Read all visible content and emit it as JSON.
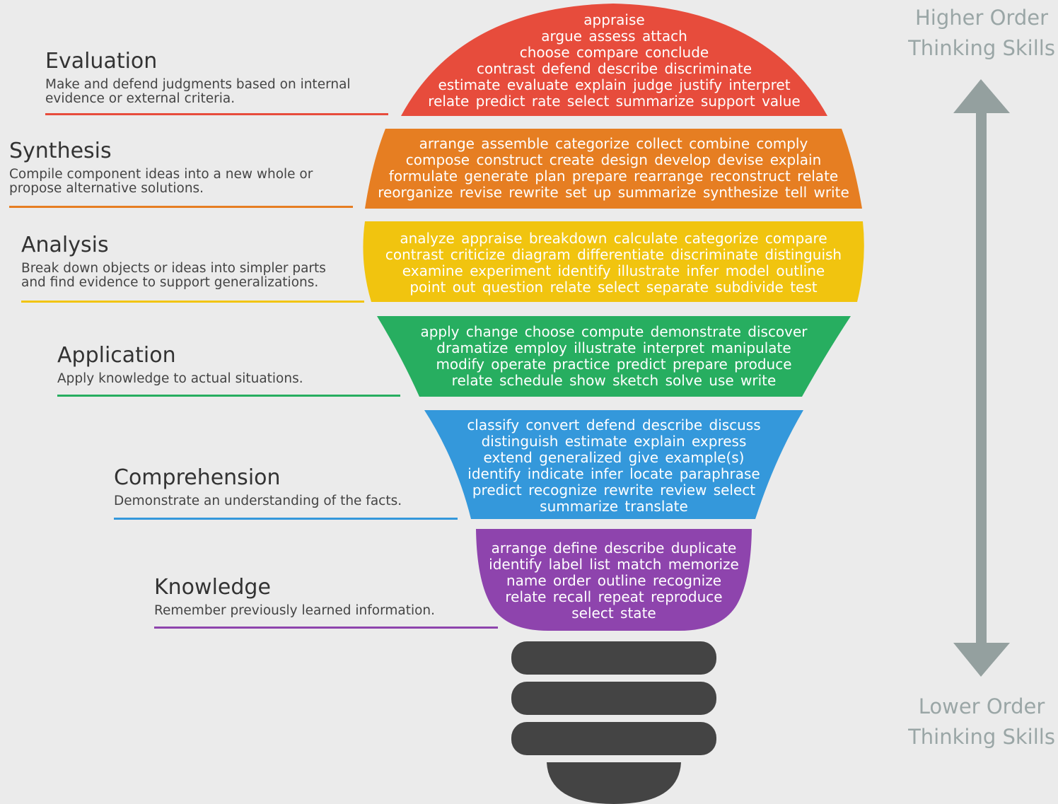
{
  "axis": {
    "top_label": [
      "Higher Order",
      "Thinking Skills"
    ],
    "bottom_label": [
      "Lower Order",
      "Thinking Skills"
    ],
    "arrow_color": "#94a09f"
  },
  "levels": [
    {
      "name": "Evaluation",
      "description": "Make and defend judgments based on internal\nevidence or external criteria.",
      "color": "#e74c3c",
      "verbs": [
        "appraise",
        "argue  assess  attach",
        "choose  compare  conclude",
        "contrast  defend  describe  discriminate",
        "estimate  evaluate  explain  judge  justify  interpret",
        "relate  predict  rate  select  summarize  support  value"
      ]
    },
    {
      "name": "Synthesis",
      "description": "Compile component ideas into a new whole or\npropose alternative solutions.",
      "color": "#e67e22",
      "verbs": [
        "arrange  assemble  categorize  collect  combine  comply",
        "compose  construct  create  design  develop  devise  explain",
        "formulate  generate  plan  prepare  rearrange  reconstruct  relate",
        "reorganize  revise  rewrite  set up  summarize  synthesize  tell  write"
      ]
    },
    {
      "name": "Analysis",
      "description": "Break down objects or ideas into simpler parts\nand find evidence to support generalizations.",
      "color": "#f1c40f",
      "verbs": [
        "analyze  appraise  breakdown  calculate  categorize  compare",
        "contrast  criticize  diagram  differentiate  discriminate  distinguish",
        "examine  experiment  identify  illustrate  infer  model  outline",
        "point out  question  relate  select  separate  subdivide  test"
      ]
    },
    {
      "name": "Application",
      "description": "Apply knowledge to actual situations.",
      "color": "#27ae60",
      "verbs": [
        "apply  change  choose  compute  demonstrate  discover",
        "dramatize  employ  illustrate  interpret  manipulate",
        "modify  operate  practice  predict  prepare  produce",
        "relate  schedule  show  sketch  solve  use  write"
      ]
    },
    {
      "name": "Comprehension",
      "description": "Demonstrate an understanding of the facts.",
      "color": "#3498db",
      "verbs": [
        "classify  convert  defend  describe  discuss",
        "distinguish  estimate  explain  express",
        "extend  generalized  give example(s)",
        "identify  indicate  infer  locate  paraphrase",
        "predict  recognize  rewrite  review  select",
        "summarize  translate"
      ]
    },
    {
      "name": "Knowledge",
      "description": "Remember previously learned information.",
      "color": "#8e44ad",
      "verbs": [
        "arrange  define  describe  duplicate",
        "identify  label  list  match  memorize",
        "name  order  outline  recognize",
        "relate  recall  repeat  reproduce",
        "select  state"
      ]
    }
  ],
  "base": {
    "color": "#444444"
  }
}
